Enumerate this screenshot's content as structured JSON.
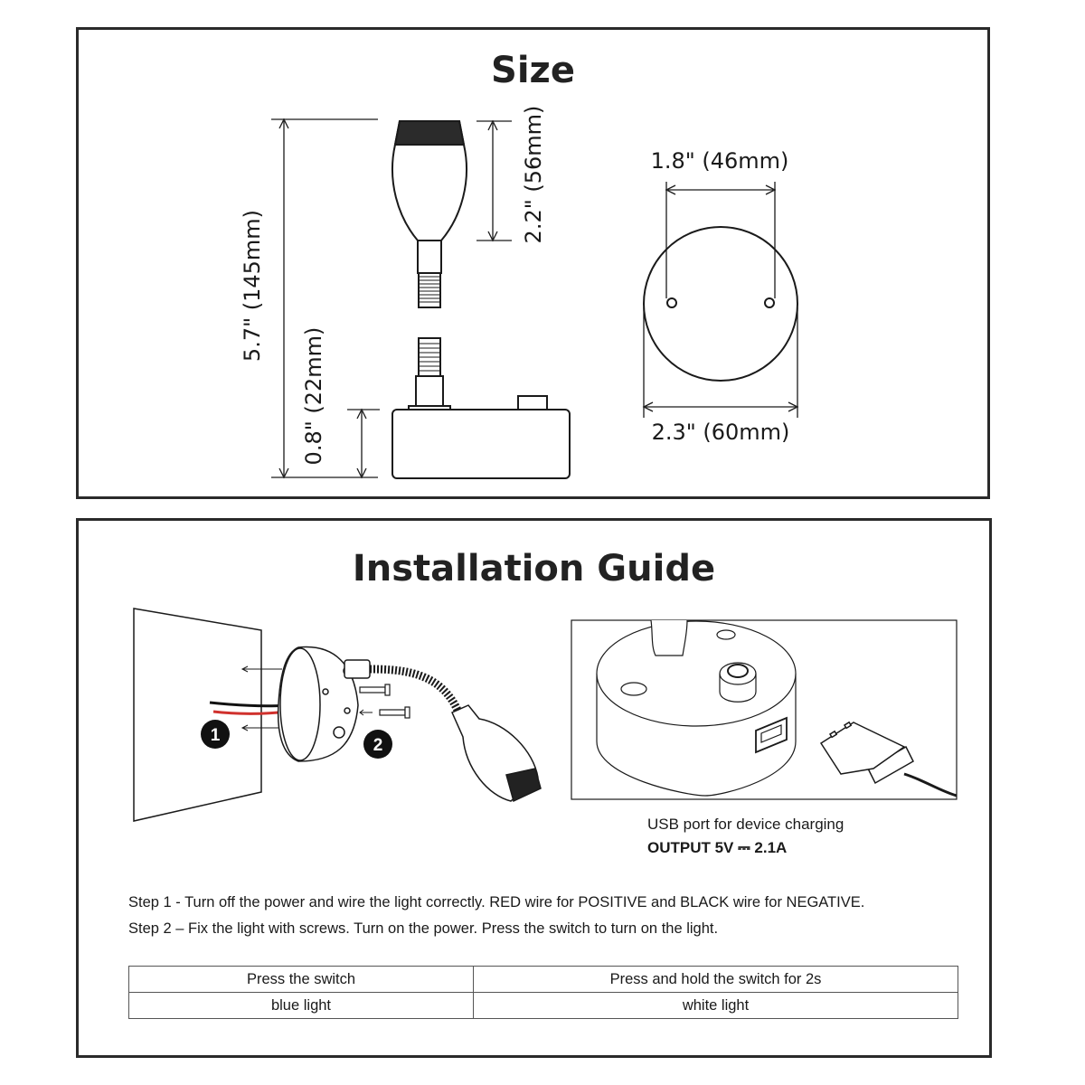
{
  "size_section": {
    "title": "Size",
    "dimensions": {
      "total_height": "5.7\" (145mm)",
      "head_length": "2.2\" (56mm)",
      "base_height": "0.8\" (22mm)",
      "hole_spacing": "1.8\" (46mm)",
      "base_diameter": "2.3\" (60mm)"
    }
  },
  "install_section": {
    "title": "Installation Guide",
    "markers": [
      "1",
      "2"
    ],
    "usb_caption": {
      "line1": "USB port for device charging",
      "line2": "OUTPUT 5V ⎓ 2.1A"
    },
    "steps": [
      "Step 1 - Turn off the power and wire the light correctly. RED wire for POSITIVE and BLACK wire for NEGATIVE.",
      "Step 2 – Fix the light with screws. Turn on the power. Press the switch to turn on the light."
    ],
    "table": {
      "headers": [
        "Press the switch",
        "Press and hold the switch for 2s"
      ],
      "rows": [
        [
          "blue light",
          "white light"
        ]
      ]
    }
  },
  "colors": {
    "line": "#1a1a1a",
    "red_wire": "#d0312d",
    "black_wire": "#111111"
  }
}
